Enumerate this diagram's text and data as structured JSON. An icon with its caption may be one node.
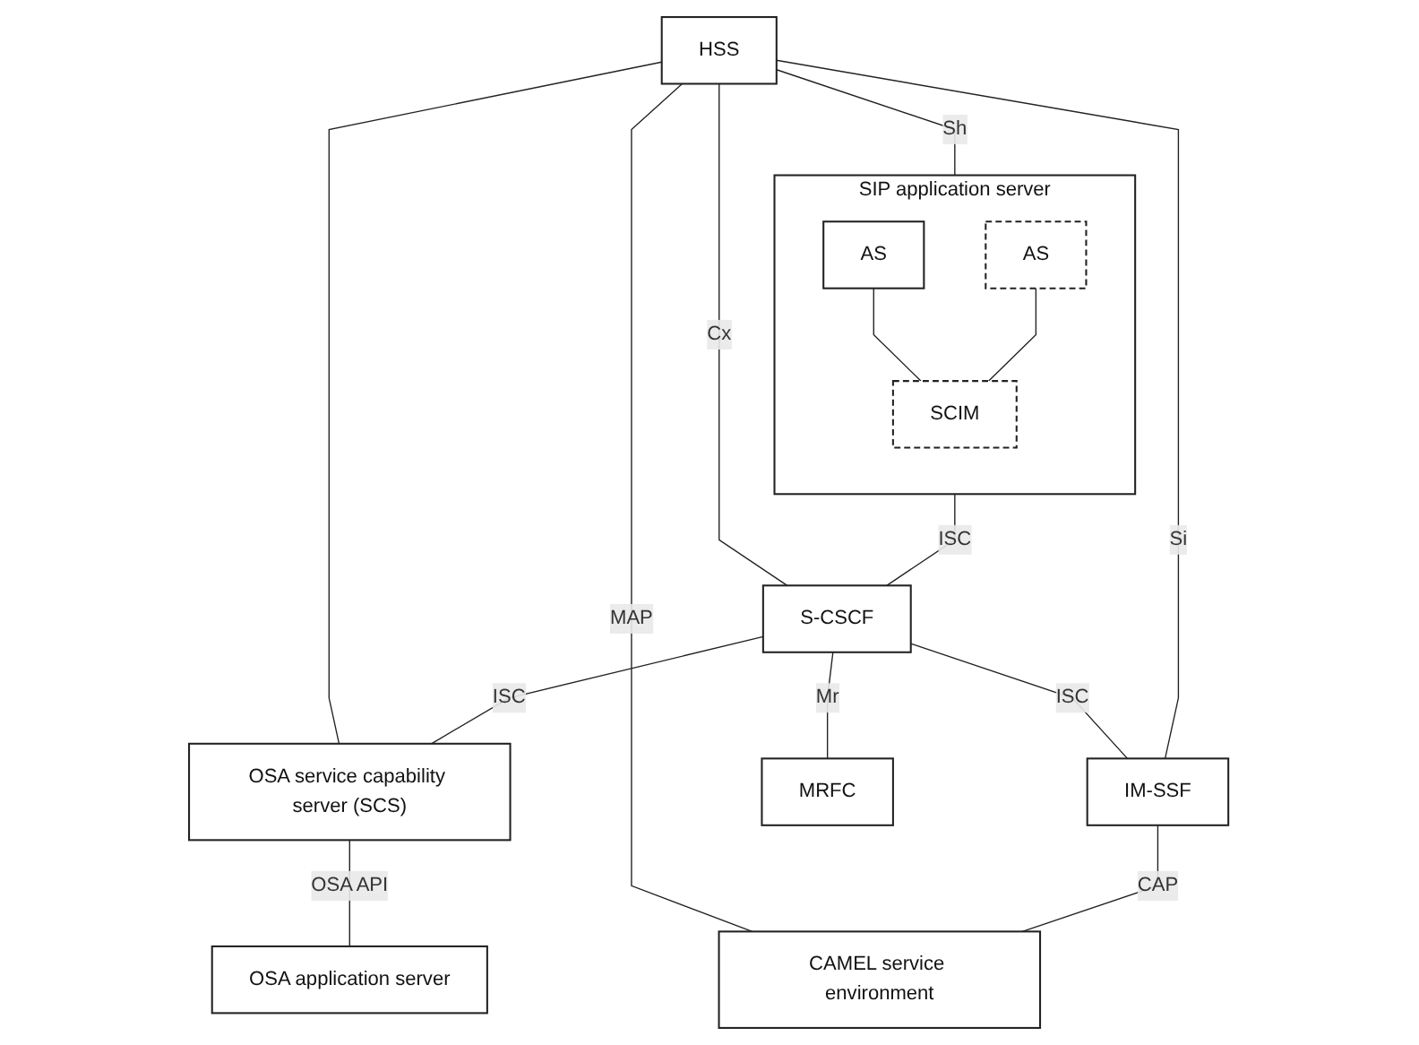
{
  "diagram": {
    "nodes": [
      {
        "text": [
          "SIP application server"
        ]
      },
      {
        "text": [
          "AS"
        ],
        "in": 0
      },
      {
        "text": [
          "AS"
        ],
        "in": 0
      },
      {
        "text": [
          "SCIM"
        ],
        "in": 0
      },
      {
        "text": [
          "HSS"
        ]
      },
      {
        "text": [
          "S-CSCF"
        ]
      },
      {
        "text": [
          "OSA service capability server (SCS)"
        ]
      },
      {
        "text": [
          "OSA application server"
        ]
      },
      {
        "text": [
          "IM-SSF"
        ]
      },
      {
        "text": [
          "MRFC"
        ]
      },
      {
        "text": [
          "CAMEL service environment"
        ]
      }
    ],
    "edges": [
      {
        "from": 1,
        "to": 3,
        "arrow": "none"
      },
      {
        "from": 2,
        "to": 3,
        "arrow": "none"
      },
      {
        "from": 4,
        "to": 0,
        "arrow": "none",
        "label": "Sh"
      },
      {
        "from": 4,
        "to": 6,
        "arrow": "none"
      },
      {
        "from": 0,
        "to": 5,
        "arrow": "none",
        "label": "ISC"
      },
      {
        "from": 4,
        "to": 5,
        "arrow": "none",
        "label": "Cx"
      },
      {
        "from": 5,
        "to": 6,
        "arrow": "none",
        "label": "ISC"
      },
      {
        "from": 6,
        "to": 7,
        "arrow": "none",
        "label": "OSA API"
      },
      {
        "from": 5,
        "to": 8,
        "arrow": "none",
        "label": "ISC"
      },
      {
        "from": 5,
        "to": 9,
        "arrow": "none",
        "label": "Mr"
      },
      {
        "from": 4,
        "to": 8,
        "arrow": "none",
        "label": "Si"
      },
      {
        "from": 4,
        "to": 10,
        "arrow": "none",
        "label": "MAP"
      },
      {
        "from": 8,
        "to": 10,
        "arrow": "none",
        "label": "CAP"
      }
    ]
  }
}
